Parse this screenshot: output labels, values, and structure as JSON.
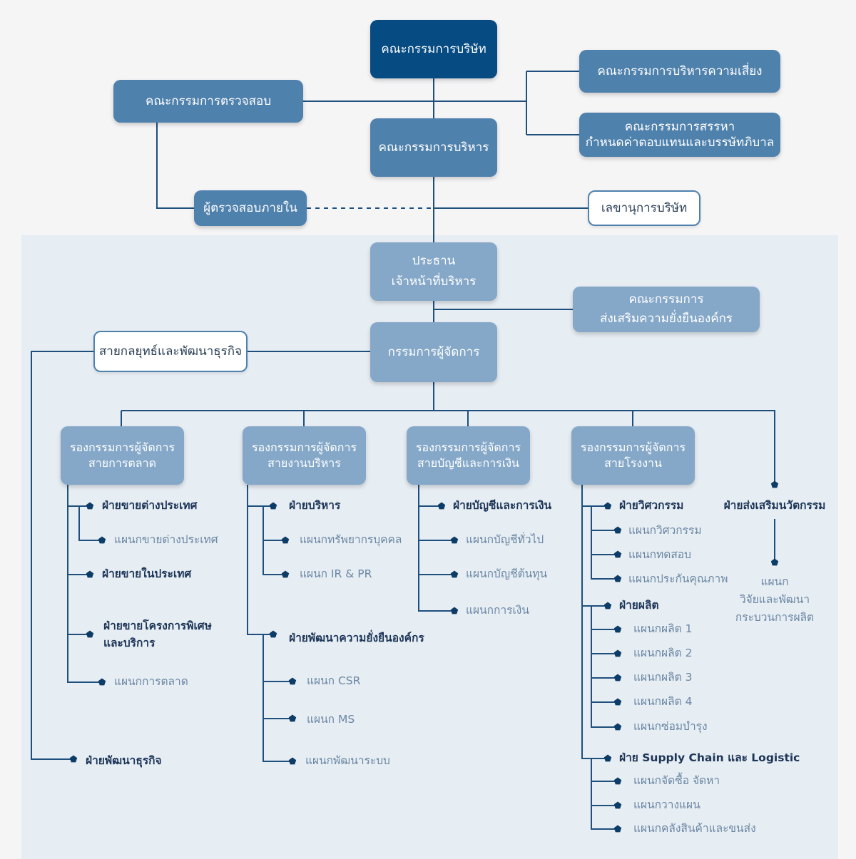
{
  "colors": {
    "line": "#1e4f7d",
    "board": "#064b82",
    "committee": "#4f81ad",
    "executive": "#85a8c9",
    "panel": "#e6edf3",
    "text_unit": "#1d3557",
    "text_section": "#6c87a4"
  },
  "boxes": {
    "board": "คณะกรรมการบริษัท",
    "risk_committee": "คณะกรรมการบริหารความเสี่ยง",
    "nomination_committee": [
      "คณะกรรมการสรรหา",
      "กำหนดค่าตอบแทนและบรรษัทภิบาล"
    ],
    "audit_committee": "คณะกรรมการตรวจสอบ",
    "executive_committee": "คณะกรรมการบริหาร",
    "internal_auditor": "ผู้ตรวจสอบภายใน",
    "company_secretary": "เลขานุการบริษัท",
    "ceo": [
      "ประธาน",
      "เจ้าหน้าที่บริหาร"
    ],
    "sustainability_committee": [
      "คณะกรรมการ",
      "ส่งเสริมความยั่งยืนองค์กร"
    ],
    "managing_director": "กรรมการผู้จัดการ",
    "strategy_line": "สายกลยุทธ์และพัฒนาธุรกิจ",
    "deputy_marketing": [
      "รองกรรมการผู้จัดการ",
      "สายการตลาด"
    ],
    "deputy_admin": [
      "รองกรรมการผู้จัดการ",
      "สายงานบริหาร"
    ],
    "deputy_finance": [
      "รองกรรมการผู้จัดการ",
      "สายบัญชีและการเงิน"
    ],
    "deputy_plant": [
      "รองกรรมการผู้จัดการ",
      "สายโรงงาน"
    ]
  },
  "marketing": {
    "foreign_sales": "ฝ่ายขายต่างประเทศ",
    "foreign_sales_section": "แผนกขายต่างประเทศ",
    "domestic_sales": "ฝ่ายขายในประเทศ",
    "special_projects": [
      "ฝ่ายขายโครงการพิเศษ",
      "และบริการ"
    ],
    "marketing_section": "แผนกการตลาด"
  },
  "business_dev": "ฝ่ายพัฒนาธุรกิจ",
  "admin": {
    "admin_dept": "ฝ่ายบริหาร",
    "hr": "แผนกทรัพยากรบุคคล",
    "ir_pr": "แผนก IR & PR",
    "sustainability_dept": "ฝ่ายพัฒนาความยั่งยืนองค์กร",
    "csr": "แผนก CSR",
    "ms": "แผนก MS",
    "system_dev": "แผนกพัฒนาระบบ"
  },
  "finance": {
    "dept": "ฝ่ายบัญชีและการเงิน",
    "general_accounting": "แผนกบัญชีทั่วไป",
    "cost_accounting": "แผนกบัญชีต้นทุน",
    "finance_section": "แผนกการเงิน"
  },
  "plant": {
    "engineering": "ฝ่ายวิศวกรรม",
    "eng_section": "แผนกวิศวกรรม",
    "testing": "แผนกทดสอบ",
    "qa": "แผนกประกันคุณภาพ",
    "production": "ฝ่ายผลิต",
    "prod1": "แผนกผลิต 1",
    "prod2": "แผนกผลิต 2",
    "prod3": "แผนกผลิต 3",
    "prod4": "แผนกผลิต 4",
    "maintenance": "แผนกซ่อมบำรุง",
    "supply_chain": "ฝ่าย Supply Chain และ Logistic",
    "procurement": "แผนกจัดซื้อ จัดหา",
    "planning": "แผนกวางแผน",
    "warehouse": "แผนกคลังสินค้าและขนส่ง"
  },
  "innovation": {
    "dept": "ฝ่ายส่งเสริมนวัตกรรม",
    "rnd": [
      "แผนก",
      "วิจัยและพัฒนา",
      "กระบวนการผลิต"
    ]
  }
}
